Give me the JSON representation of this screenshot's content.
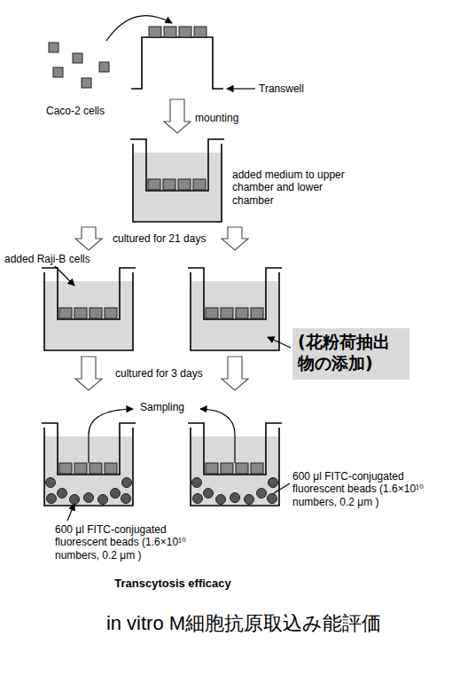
{
  "diagram": {
    "title": "Transcytosis efficacy",
    "caption": "in vitro M細胞抗原取込み能評価",
    "nodes": [
      {
        "text": [
          "(花粉荷抽出物の添加)"
        ]
      }
    ],
    "labels": [
      "Transwell",
      "Caco-2 cells",
      "mounting",
      "added medium to upper chamber and lower chamber",
      "cultured for 21 days",
      "added Raji-B cells",
      "cultured for 3 days",
      "Sampling",
      "600 μl FITC-conjugated fluorescent beads (1.6×10¹⁰ numbers, 0.2 μm )",
      "600 μl FITC-conjugated fluorescent beads (1.6×10¹⁰ numbers, 0.2 μm )"
    ]
  }
}
